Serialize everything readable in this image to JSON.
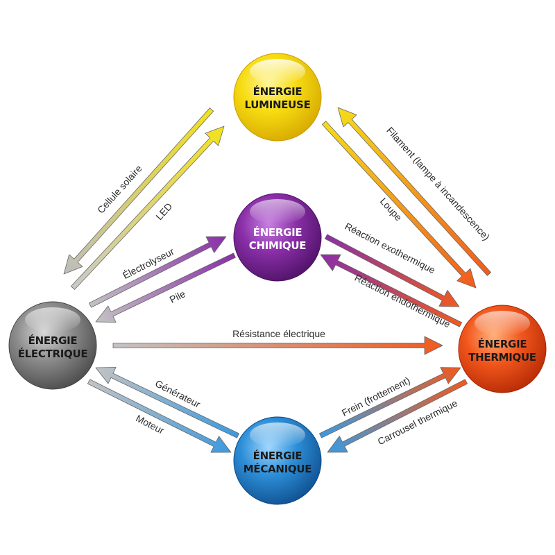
{
  "nodes": {
    "lumineuse": {
      "line1": "ÉNERGIE",
      "line2": "LUMINEUSE",
      "color": "#f5d90a"
    },
    "chimique": {
      "line1": "ÉNERGIE",
      "line2": "CHIMIQUE",
      "color": "#8a2fa8"
    },
    "electrique": {
      "line1": "ÉNERGIE",
      "line2": "ÉLECTRIQUE",
      "color": "#8c8c8c"
    },
    "thermique": {
      "line1": "ÉNERGIE",
      "line2": "THERMIQUE",
      "color": "#f2571c"
    },
    "mecanique": {
      "line1": "ÉNERGIE",
      "line2": "MÉCANIQUE",
      "color": "#2d8fd8"
    }
  },
  "arrows": {
    "cellule_solaire": "Cellule solaire",
    "led": "LED",
    "filament": "Filament (lampe à incandescence)",
    "loupe": "Loupe",
    "electrolyseur": "Électrolyseur",
    "pile": "Pile",
    "reaction_exo": "Réaction exothermique",
    "reaction_endo": "Réaction endothermique",
    "resistance": "Résistance électrique",
    "generateur": "Générateur",
    "moteur": "Moteur",
    "frein": "Frein (frottement)",
    "carrousel": "Carrousel thermique"
  }
}
